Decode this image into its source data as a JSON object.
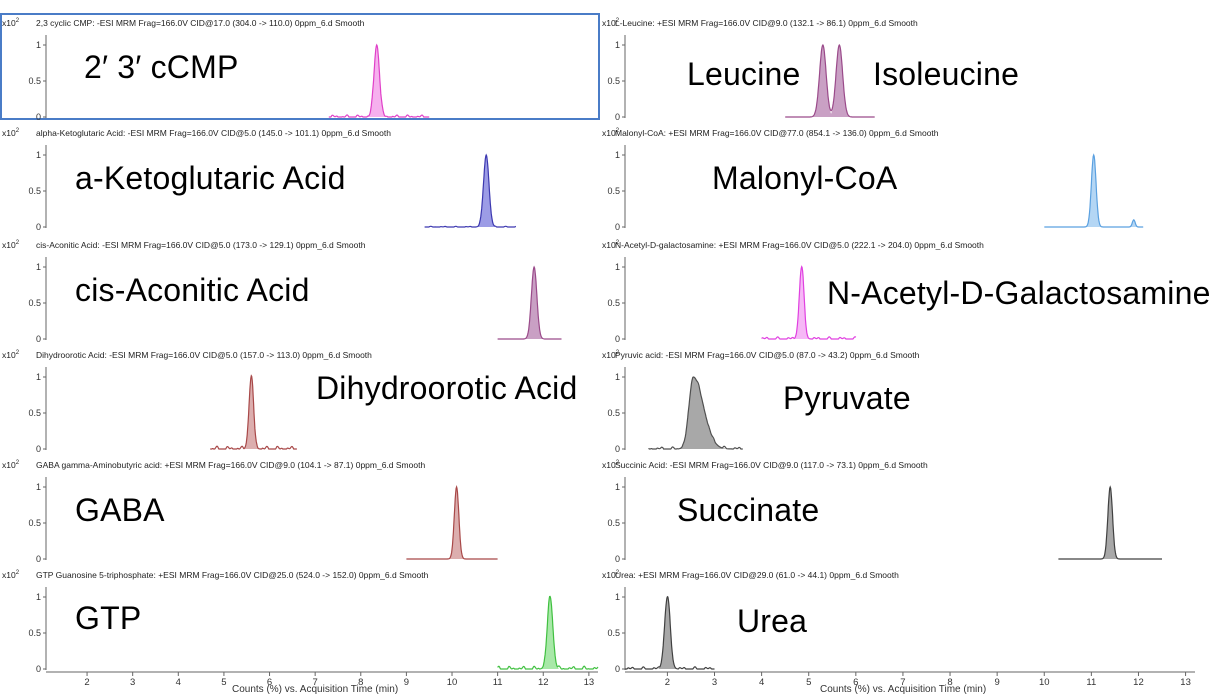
{
  "colors": {
    "magenta": "#e040c8",
    "purple": "#9a4a8a",
    "navy": "#3c38b0",
    "blue": "#5aa0e0",
    "violet": "#a02880",
    "rose": "#c48080",
    "gray": "#707070",
    "green": "#40c040"
  },
  "y_multiplier": "x10",
  "y_exponent": "2",
  "panels": {
    "left": {
      "xlabel": "Counts (%) vs. Acquisition Time (min)",
      "xticks": [
        "2",
        "3",
        "4",
        "5",
        "6",
        "7",
        "8",
        "9",
        "10",
        "11",
        "12",
        "13"
      ],
      "xlim": [
        1.1,
        13.2
      ]
    },
    "right": {
      "xlabel": "Counts (%) vs. Acquisition Time (min)",
      "xticks": [
        "2",
        "3",
        "4",
        "5",
        "6",
        "7",
        "8",
        "9",
        "10",
        "11",
        "12",
        "13"
      ],
      "xlim": [
        1.1,
        13.2
      ]
    }
  },
  "chart_data": [
    {
      "type": "line",
      "panel": "left",
      "row": 0,
      "selected": true,
      "header": "2,3 cyclic CMP: -ESI MRM Frag=166.0V CID@17.0 (304.0 -> 110.0) 0ppm_6.d  Smooth",
      "label": "2′ 3′ cCMP",
      "yticks": [
        "1",
        "0.5",
        "0"
      ],
      "ylim": [
        0,
        1.1
      ],
      "color": "#e040c8",
      "fill": "#f6b0ee",
      "baseline": [
        7.3,
        9.5
      ],
      "noise": 0.03,
      "peaks": [
        {
          "x": 8.35,
          "y": 1.0,
          "w": 0.06
        }
      ]
    },
    {
      "type": "line",
      "panel": "left",
      "row": 1,
      "header": "alpha-Ketoglutaric Acid: -ESI MRM Frag=166.0V CID@5.0 (145.0 -> 101.1) 0ppm_6.d  Smooth",
      "label": "a-Ketoglutaric Acid",
      "yticks": [
        "1",
        "0.5",
        "0"
      ],
      "ylim": [
        0,
        1.1
      ],
      "color": "#3c38b0",
      "fill": "#9c9ce6",
      "baseline": [
        9.4,
        11.4
      ],
      "noise": 0.01,
      "peaks": [
        {
          "x": 10.75,
          "y": 1.0,
          "w": 0.06
        }
      ]
    },
    {
      "type": "line",
      "panel": "left",
      "row": 2,
      "header": "cis-Aconitic Acid: -ESI MRM Frag=166.0V CID@5.0 (173.0 -> 129.1) 0ppm_6.d  Smooth",
      "label": "cis-Aconitic Acid",
      "yticks": [
        "1",
        "0.5",
        "0"
      ],
      "ylim": [
        0,
        1.1
      ],
      "color": "#9a4a8a",
      "fill": "#c9a0c4",
      "baseline": [
        11.0,
        12.4
      ],
      "noise": 0.0,
      "peaks": [
        {
          "x": 11.8,
          "y": 1.0,
          "w": 0.06
        }
      ]
    },
    {
      "type": "line",
      "panel": "left",
      "row": 3,
      "header": "Dihydroorotic Acid: -ESI MRM Frag=166.0V CID@5.0 (157.0 -> 113.0) 0ppm_6.d  Smooth",
      "label": "Dihydroorotic Acid",
      "yticks": [
        "1",
        "0.5",
        "0"
      ],
      "ylim": [
        0,
        1.1
      ],
      "color": "#a84848",
      "fill": "#dcaeae",
      "baseline": [
        4.7,
        6.6
      ],
      "noise": 0.04,
      "peaks": [
        {
          "x": 5.6,
          "y": 1.0,
          "w": 0.05
        }
      ]
    },
    {
      "type": "line",
      "panel": "left",
      "row": 4,
      "header": "GABA gamma-Aminobutyric acid: +ESI MRM Frag=166.0V CID@9.0 (104.1 -> 87.1) 0ppm_6.d  Smooth",
      "label": "GABA",
      "yticks": [
        "1",
        "0.5",
        "0"
      ],
      "ylim": [
        0,
        1.1
      ],
      "color": "#a84848",
      "fill": "#dcaeae",
      "baseline": [
        9.0,
        11.0
      ],
      "noise": 0.0,
      "peaks": [
        {
          "x": 10.1,
          "y": 1.0,
          "w": 0.05
        }
      ]
    },
    {
      "type": "line",
      "panel": "left",
      "row": 5,
      "header": "GTP Guanosine 5-triphosphate: +ESI MRM Frag=166.0V CID@25.0 (524.0 -> 152.0) 0ppm_6.d  Smooth",
      "label": "GTP",
      "yticks": [
        "1",
        "0.5",
        "0"
      ],
      "ylim": [
        0,
        1.1
      ],
      "color": "#40c040",
      "fill": "#a8e8a8",
      "baseline": [
        11.0,
        13.2
      ],
      "noise": 0.04,
      "peaks": [
        {
          "x": 12.15,
          "y": 1.0,
          "w": 0.06
        }
      ]
    },
    {
      "type": "line",
      "panel": "right",
      "row": 0,
      "header": "L-Leucine: +ESI MRM Frag=166.0V CID@9.0 (132.1 -> 86.1) 0ppm_6.d  Smooth",
      "label": "Leucine",
      "label2": "Isoleucine",
      "yticks": [
        "1",
        "0.5",
        "0"
      ],
      "ylim": [
        0,
        1.1
      ],
      "color": "#9a4a8a",
      "fill": "#c9a0c4",
      "baseline": [
        4.5,
        6.4
      ],
      "noise": 0.0,
      "peaks": [
        {
          "x": 5.3,
          "y": 1.0,
          "w": 0.07
        },
        {
          "x": 5.65,
          "y": 1.0,
          "w": 0.07
        }
      ]
    },
    {
      "type": "line",
      "panel": "right",
      "row": 1,
      "header": "Malonyl-CoA: +ESI MRM Frag=166.0V CID@77.0 (854.1 -> 136.0) 0ppm_6.d  Smooth",
      "label": "Malonyl-CoA",
      "yticks": [
        "1",
        "0.5",
        "0"
      ],
      "ylim": [
        0,
        1.1
      ],
      "color": "#5aa0e0",
      "fill": "#b4d6f4",
      "baseline": [
        10.0,
        12.1
      ],
      "noise": 0.0,
      "peaks": [
        {
          "x": 11.05,
          "y": 1.0,
          "w": 0.05
        },
        {
          "x": 11.9,
          "y": 0.1,
          "w": 0.03
        }
      ]
    },
    {
      "type": "line",
      "panel": "right",
      "row": 2,
      "header": "N-Acetyl-D-galactosamine: +ESI MRM Frag=166.0V CID@5.0 (222.1 -> 204.0) 0ppm_6.d  Smooth",
      "label": "N-Acetyl-D-Galactosamine",
      "yticks": [
        "1",
        "0.5",
        "0"
      ],
      "ylim": [
        0,
        1.1
      ],
      "color": "#e040e0",
      "fill": "#f6b8f6",
      "baseline": [
        4.0,
        6.0
      ],
      "noise": 0.03,
      "peaks": [
        {
          "x": 4.85,
          "y": 1.0,
          "w": 0.05
        }
      ]
    },
    {
      "type": "line",
      "panel": "right",
      "row": 3,
      "header": "Pyruvic acid: -ESI MRM Frag=166.0V CID@5.0 (87.0 -> 43.2) 0ppm_6.d  Smooth",
      "label": "Pyruvate",
      "yticks": [
        "1",
        "0.5",
        "0"
      ],
      "ylim": [
        0,
        1.1
      ],
      "color": "#505050",
      "fill": "#a8a8a8",
      "baseline": [
        1.6,
        3.6
      ],
      "noise": 0.03,
      "peaks": [
        {
          "x": 2.55,
          "y": 1.0,
          "w": 0.09,
          "tail": 0.35
        }
      ]
    },
    {
      "type": "line",
      "panel": "right",
      "row": 4,
      "header": "Succinic Acid: -ESI MRM Frag=166.0V CID@9.0 (117.0 -> 73.1) 0ppm_6.d  Smooth",
      "label": "Succinate",
      "yticks": [
        "1",
        "0.5",
        "0"
      ],
      "ylim": [
        0,
        1.1
      ],
      "color": "#404040",
      "fill": "#a8a8a8",
      "baseline": [
        10.3,
        12.5
      ],
      "noise": 0.0,
      "peaks": [
        {
          "x": 11.4,
          "y": 1.0,
          "w": 0.05
        }
      ]
    },
    {
      "type": "line",
      "panel": "right",
      "row": 5,
      "header": "Urea: +ESI MRM Frag=166.0V CID@29.0 (61.0 -> 44.1) 0ppm_6.d  Smooth",
      "label": "Urea",
      "yticks": [
        "1",
        "0.5",
        "0"
      ],
      "ylim": [
        0,
        1.1
      ],
      "color": "#404040",
      "fill": "#a8a8a8",
      "baseline": [
        1.1,
        3.0
      ],
      "noise": 0.03,
      "peaks": [
        {
          "x": 2.0,
          "y": 1.0,
          "w": 0.06
        }
      ]
    }
  ]
}
